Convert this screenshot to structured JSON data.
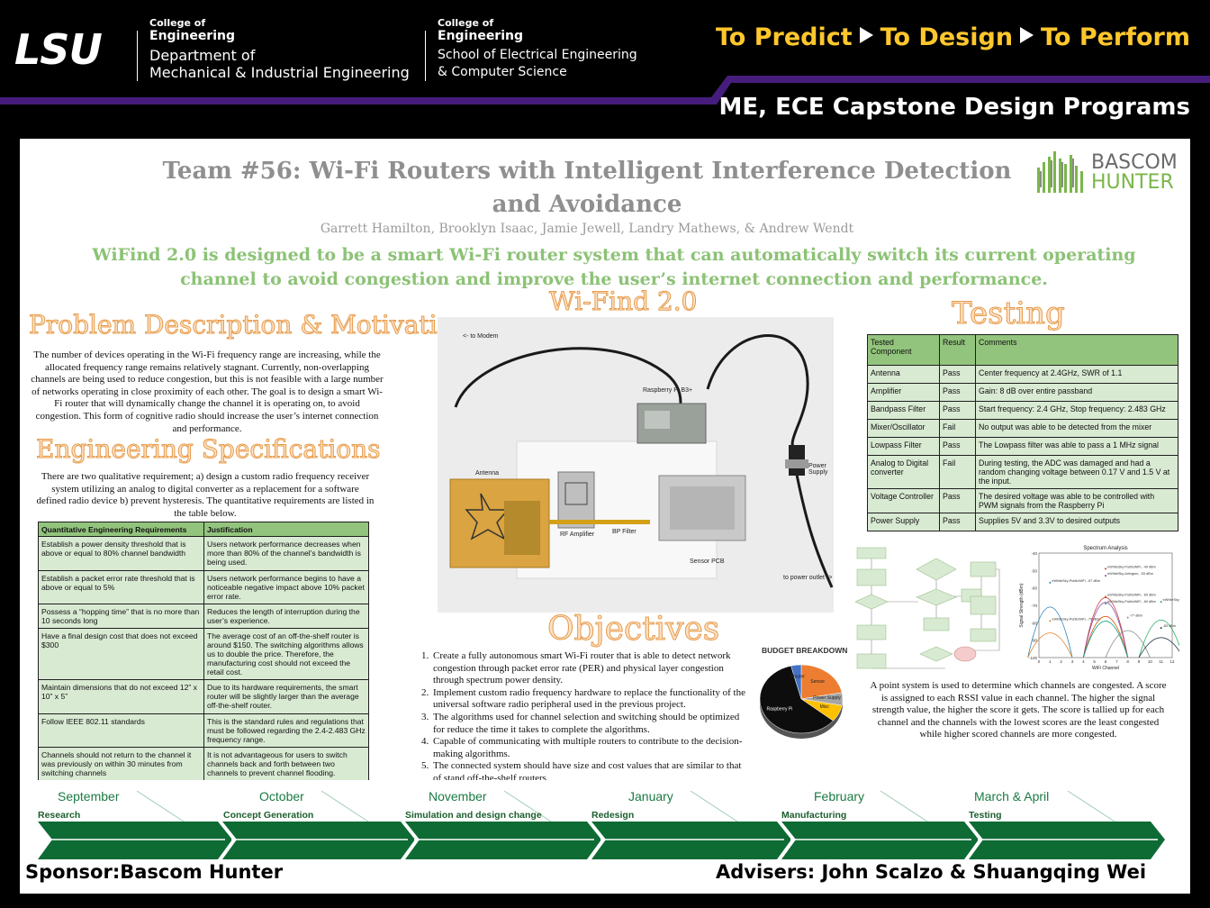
{
  "header": {
    "logo": "LSU",
    "college_label": "College of",
    "college_name": "Engineering",
    "dept1_line1": "Department of",
    "dept1_line2": "Mechanical & Industrial Engineering",
    "dept2_line1": "School of Electrical Engineering",
    "dept2_line2": "& Computer Science",
    "tagline": [
      "To Predict",
      "To Design",
      "To Perform"
    ],
    "program": "ME, ECE Capstone Design Programs",
    "colors": {
      "gold": "#ffc72c",
      "purple": "#461d7c"
    }
  },
  "poster": {
    "title": "Team #56: Wi-Fi Routers with Intelligent Interference Detection and Avoidance",
    "authors": "Garrett Hamilton, Brooklyn Isaac,  Jamie Jewell, Landry Mathews, & Andrew Wendt",
    "sponsor_logo": {
      "word1": "BASCOM",
      "word2": "HUNTER"
    },
    "mission": "WiFind 2.0 is designed to be a smart Wi-Fi router system that can automatically switch its current operating channel to avoid congestion and improve the user’s internet connection and performance.",
    "problem": {
      "title": "Problem Description & Motivation",
      "text": "The number of devices operating in the Wi-Fi frequency range are increasing, while the allocated frequency range remains relatively stagnant. Currently, non-overlapping channels are being used to reduce congestion, but this is not feasible with a large number of networks operating in close proximity of each other. The goal is to design a smart Wi-Fi router that will dynamically change the channel it is operating on, to avoid congestion. This form of cognitive radio should increase the user’s internet connection and performance."
    },
    "specs": {
      "title": "Engineering Specifications",
      "text": "There are two qualitative requirement; a) design a custom radio frequency receiver system utilizing an analog to digital converter as a replacement for a software defined radio device b) prevent hysteresis. The quantitative requirements are listed in the table below.",
      "headers": [
        "Quantitative Engineering Requirements",
        "Justification"
      ],
      "rows": [
        [
          "Establish a power density threshold that is above or equal to 80%  channel bandwidth",
          "Users network performance decreases when more than 80% of the channel’s bandwidth is being used."
        ],
        [
          "Establish a packet error rate threshold that is above or equal to 5%",
          "Users network performance begins to have a noticeable negative impact above 10% packet error rate."
        ],
        [
          "Possess a “hopping time” that is no more than 10 seconds long",
          "Reduces the length of interruption during the user’s experience."
        ],
        [
          "Have a final design cost that does not exceed $300",
          "The average cost of an off-the-shelf router is around $150. The switching algorithms allows us to double the price. Therefore, the manufacturing cost should not exceed the retail cost."
        ],
        [
          "Maintain dimensions that do not exceed 12” x 10” x 5”",
          "Due to its hardware requirements, the smart router will be slightly larger than the average off-the-shelf router."
        ],
        [
          "Follow IEEE 802.11 standards",
          "This is the standard rules and regulations that must be followed regarding the 2.4-2.483 GHz frequency range."
        ],
        [
          "Channels should not return to the channel it was previously on within 30 minutes from switching channels",
          "It is not advantageous for users to switch channels back and forth between two channels to prevent channel flooding."
        ]
      ]
    },
    "wifind": {
      "title": "Wi-Find 2.0",
      "labels": {
        "modem": "<- to Modem",
        "rpi": "Raspberry Pi B3+",
        "antenna": "Antenna",
        "power_supply": "Power Supply",
        "rf_amp": "RF Amplifier",
        "bp_filter": "BP Filter",
        "sensor_pcb": "Sensor PCB",
        "outlet": "to power outlet ->"
      }
    },
    "objectives": {
      "title": "Objectives",
      "items": [
        "Create a fully autonomous smart Wi-Fi router that is able to detect network congestion through packet error rate (PER) and physical layer congestion through spectrum power density.",
        "Implement custom radio frequency hardware to replace the functionality of the universal software radio peripheral used in the previous project.",
        "The algorithms used for channel selection and switching should be optimized for reduce the time it takes to complete the algorithms.",
        "Capable of communicating with multiple routers to contribute to the decision-making algorithms.",
        "The connected system should have size and cost values that are similar to that of stand off-the-shelf routers."
      ]
    },
    "budget": {
      "title": "BUDGET BREAKDOWN",
      "slices": [
        {
          "label": "Sensor",
          "value": 22,
          "color": "#ed7d31"
        },
        {
          "label": "Power Supply",
          "value": 6,
          "color": "#a5a5a5"
        },
        {
          "label": "Misc",
          "value": 8,
          "color": "#ffc000"
        },
        {
          "label": "Raspberry Pi",
          "value": 60,
          "color": "#0d0d0d"
        },
        {
          "label": "Router",
          "value": 4,
          "color": "#4472c4"
        }
      ]
    },
    "testing": {
      "title": "Testing",
      "headers": [
        "Tested Component",
        "Result",
        "Comments"
      ],
      "rows": [
        [
          "Antenna",
          "Pass",
          "Center frequency at 2.4GHz, SWR of 1.1"
        ],
        [
          "Amplifier",
          "Pass",
          "Gain: 8 dB over entire passband"
        ],
        [
          "Bandpass Filter",
          "Pass",
          "Start frequency: 2.4 GHz, Stop frequency: 2.483 GHz"
        ],
        [
          "Mixer/Oscillator",
          "Fail",
          "No output was able to be detected from the mixer"
        ],
        [
          "Lowpass Filter",
          "Pass",
          "The Lowpass filter was able to pass a 1 MHz signal"
        ],
        [
          "Analog to Digital converter",
          "Fail",
          "During testing, the ADC was damaged and had a random changing voltage between 0.17 V and 1.5 V at the input."
        ],
        [
          "Voltage Controller",
          "Pass",
          "The desired voltage was able to be controlled with PWM signals from the Raspberry Pi"
        ],
        [
          "Power Supply",
          "Pass",
          "Supplies 5V and 3.3V to desired outputs"
        ]
      ]
    },
    "spectrum": {
      "title": "Spectrum Analysis",
      "xlabel": "WiFi Channel",
      "ylabel": "Signal Strength (dBm)",
      "xticks": [
        0,
        1,
        2,
        3,
        4,
        5,
        6,
        7,
        8,
        9,
        10,
        11,
        12
      ],
      "yticks": [
        -40,
        -50,
        -60,
        -70,
        -80,
        -90,
        -100
      ],
      "networks": [
        {
          "channel": 6,
          "peak": -49,
          "label": "eWhiteSky-PublicWiFi, -49 dBm",
          "color": "#c0392b"
        },
        {
          "channel": 6,
          "peak": -53,
          "label": "eWhiteSky-Arlington, -53 dBm",
          "color": "#8e44ad"
        },
        {
          "channel": 1,
          "peak": -57,
          "label": "eWhiteSky-PublicWiFi, -57 dBm",
          "color": "#2980b9"
        },
        {
          "channel": 11,
          "peak": -68,
          "label": "eWhiteSky-PublicWiFi, -68 dBm",
          "color": "#27ae60"
        },
        {
          "channel": 6,
          "peak": -65,
          "label": "eWhiteSky-PublicWiFi, -65 dBm",
          "color": "#d35400"
        },
        {
          "channel": 6,
          "peak": -69,
          "label": "eWhiteSky-PublicWiFi, -69 dBm",
          "color": "#16a085"
        },
        {
          "channel": 8,
          "peak": -77,
          "label": "-77 dBm",
          "color": "#7f8c8d"
        },
        {
          "channel": 1,
          "peak": -79,
          "label": "eWhiteSky-PublicWiFi, -79 dBm",
          "color": "#e67e22"
        },
        {
          "channel": 11,
          "peak": -83,
          "label": "-83 dBm",
          "color": "#2c3e50"
        }
      ]
    },
    "point_system": "A point system is used to determine which channels are congested. A score is assigned to each RSSI value in each channel. The higher the signal strength value, the higher the score it gets. The score is tallied up for each channel and the channels with the lowest scores are the least congested while higher scored channels are more congested."
  },
  "timeline": {
    "months": [
      "September",
      "October",
      "November",
      "January",
      "February",
      "March & April"
    ],
    "phases": [
      "Research",
      "Concept Generation",
      "Simulation and design change",
      "Redesign",
      "Manufacturing",
      "Testing"
    ],
    "color": "#0e6b34"
  },
  "footer": {
    "sponsor": "Sponsor:Bascom Hunter",
    "advisers": "Advisers: John Scalzo & Shuangqing Wei"
  }
}
